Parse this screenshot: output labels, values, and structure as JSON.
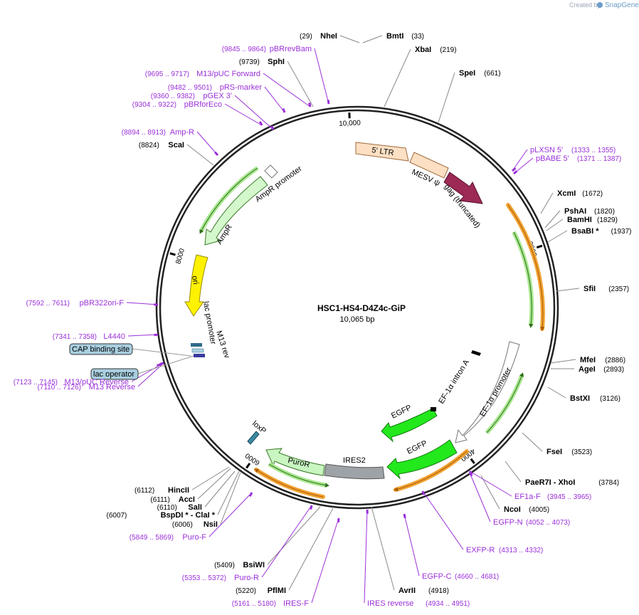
{
  "watermark": {
    "prefix": "Created by",
    "brand": "SnapGene"
  },
  "plasmid": {
    "name": "HSC1-HS4-D4Z4c-GiP",
    "length_label": "10,065 bp",
    "length": 10065
  },
  "ticks": [
    {
      "label": "10,000",
      "pos": 10000
    },
    {
      "label": "2000",
      "pos": 2000
    },
    {
      "label": "4000",
      "pos": 4000
    },
    {
      "label": "6000",
      "pos": 6000
    },
    {
      "label": "8000",
      "pos": 8000
    }
  ],
  "enzymes": [
    {
      "name": "NheI",
      "pos_label": "(29)",
      "pos": 29
    },
    {
      "name": "BmtI",
      "pos_label": "(33)",
      "pos": 33
    },
    {
      "name": "XbaI",
      "pos_label": "(219)",
      "pos": 219
    },
    {
      "name": "SpeI",
      "pos_label": "(661)",
      "pos": 661
    },
    {
      "name": "XcmI",
      "pos_label": "(1672)",
      "pos": 1672
    },
    {
      "name": "PshAI",
      "pos_label": "(1820)",
      "pos": 1820
    },
    {
      "name": "BamHI",
      "pos_label": "(1829)",
      "pos": 1829
    },
    {
      "name": "BsaBI *",
      "pos_label": "(1937)",
      "pos": 1937
    },
    {
      "name": "SfiI",
      "pos_label": "(2357)",
      "pos": 2357
    },
    {
      "name": "MfeI",
      "pos_label": "(2886)",
      "pos": 2886
    },
    {
      "name": "AgeI",
      "pos_label": "(2893)",
      "pos": 2893
    },
    {
      "name": "BstXI",
      "pos_label": "(3126)",
      "pos": 3126
    },
    {
      "name": "FseI",
      "pos_label": "(3523)",
      "pos": 3523
    },
    {
      "name": "PaeR7I  - XhoI",
      "pos_label": "(3784)",
      "pos": 3784
    },
    {
      "name": "NcoI",
      "pos_label": "(4005)",
      "pos": 4005
    },
    {
      "name": "AvrII",
      "pos_label": "(4918)",
      "pos": 4918
    },
    {
      "name": "PflMI",
      "pos_label": "(5220)",
      "pos": 5220
    },
    {
      "name": "BsiWI",
      "pos_label": "(5409)",
      "pos": 5409
    },
    {
      "name": "NsiI",
      "pos_label": "(6006)",
      "pos": 6006
    },
    {
      "name": "BspDI *  - ClaI *",
      "pos_label": "(6007)",
      "pos": 6007
    },
    {
      "name": "SalI",
      "pos_label": "(6110)",
      "pos": 6110
    },
    {
      "name": "AccI",
      "pos_label": "(6111)",
      "pos": 6111
    },
    {
      "name": "HincII",
      "pos_label": "(6112)",
      "pos": 6112
    },
    {
      "name": "ScaI",
      "pos_label": "(8824)",
      "pos": 8824
    },
    {
      "name": "SphI",
      "pos_label": "(9739)",
      "pos": 9739
    }
  ],
  "primers": [
    {
      "name": "pBRrevBam",
      "range": "(9845 .. 9864)",
      "pos": 9855
    },
    {
      "name": "M13/pUC Forward",
      "range": "(9695 .. 9717)",
      "pos": 9706
    },
    {
      "name": "pRS-marker",
      "range": "(9482 .. 9501)",
      "pos": 9492
    },
    {
      "name": "pGEX 3'",
      "range": "(9360 .. 9382)",
      "pos": 9371
    },
    {
      "name": "pBRforEco",
      "range": "(9304 .. 9322)",
      "pos": 9313
    },
    {
      "name": "Amp-R",
      "range": "(8894 .. 8913)",
      "pos": 8904
    },
    {
      "name": "pLXSN 5'",
      "range": "(1333 .. 1355)",
      "pos": 1344
    },
    {
      "name": "pBABE 5'",
      "range": "(1371 .. 1387)",
      "pos": 1379
    },
    {
      "name": "pBR322ori-F",
      "range": "(7592 .. 7611)",
      "pos": 7602
    },
    {
      "name": "L4440",
      "range": "(7341 .. 7358)",
      "pos": 7350
    },
    {
      "name": "M13/pUC Reverse",
      "range": "(7123 .. 7145)",
      "pos": 7134
    },
    {
      "name": "M13 Reverse",
      "range": "(7110 .. 7126)",
      "pos": 7118
    },
    {
      "name": "EF1a-F",
      "range": "(3945 .. 3965)",
      "pos": 3955
    },
    {
      "name": "EGFP-N",
      "range": "(4052 .. 4073)",
      "pos": 4062
    },
    {
      "name": "EXFP-R",
      "range": "(4313 .. 4332)",
      "pos": 4322
    },
    {
      "name": "EGFP-C",
      "range": "(4660 .. 4681)",
      "pos": 4670
    },
    {
      "name": "IRES reverse",
      "range": "(4934 .. 4951)",
      "pos": 4942
    },
    {
      "name": "IRES-F",
      "range": "(5161 .. 5180)",
      "pos": 5170
    },
    {
      "name": "Puro-R",
      "range": "(5353 .. 5372)",
      "pos": 5362
    },
    {
      "name": "Puro-F",
      "range": "(5849 .. 5869)",
      "pos": 5859
    }
  ],
  "features": [
    {
      "name": "5' LTR"
    },
    {
      "name": "MESV ψ"
    },
    {
      "name": "gag (truncated)"
    },
    {
      "name": "EF-1α promoter"
    },
    {
      "name": "EF-1α intron A"
    },
    {
      "name": "EGFP"
    },
    {
      "name": "EGFP"
    },
    {
      "name": "IRES2"
    },
    {
      "name": "PuroR"
    },
    {
      "name": "loxP"
    },
    {
      "name": "lac promoter"
    },
    {
      "name": "M13 rev"
    },
    {
      "name": "ori"
    },
    {
      "name": "AmpR"
    },
    {
      "name": "AmpR promoter"
    }
  ],
  "boxed_labels": [
    {
      "name": "CAP binding site"
    },
    {
      "name": "lac operator"
    }
  ],
  "colors": {
    "ltr": "#fde0c4",
    "gag": "#9c2a55",
    "egfp": "#22e81c",
    "ires": "#9ea3a8",
    "puror": "#c8f5c0",
    "ori": "#fff200",
    "ampr": "#d4f8cc",
    "primer": "#9b30d9",
    "box": "#a9cfe0",
    "orange_orf": "#f2a334",
    "green_orf": "#7dd35e"
  }
}
